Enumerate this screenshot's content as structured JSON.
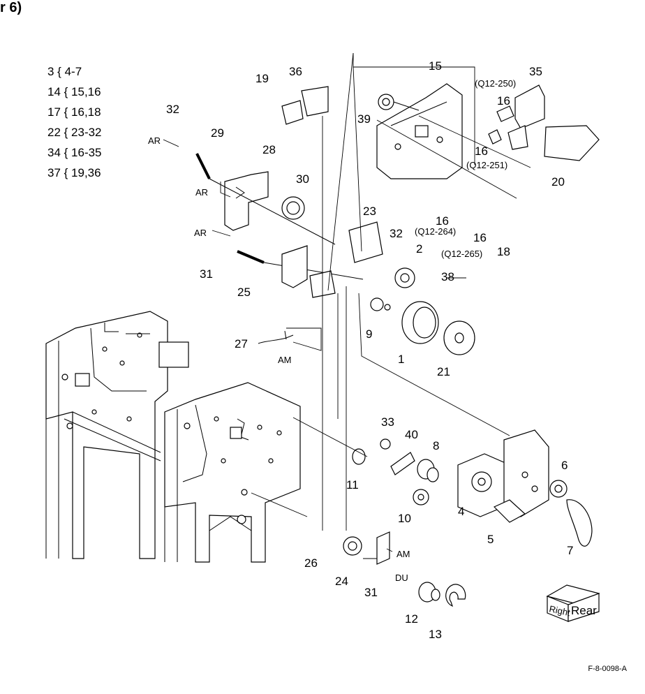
{
  "header": {
    "fragment": "r 6)"
  },
  "legend": [
    {
      "text": "3 { 4-7"
    },
    {
      "text": "14 { 15,16"
    },
    {
      "text": "17 { 16,18"
    },
    {
      "text": "22 { 23-32"
    },
    {
      "text": "34 { 16-35"
    },
    {
      "text": "37 { 19,36"
    }
  ],
  "callouts": [
    {
      "text": "1"
    },
    {
      "text": "2"
    },
    {
      "text": "4"
    },
    {
      "text": "5"
    },
    {
      "text": "6"
    },
    {
      "text": "7"
    },
    {
      "text": "8"
    },
    {
      "text": "9"
    },
    {
      "text": "10"
    },
    {
      "text": "11"
    },
    {
      "text": "12"
    },
    {
      "text": "13"
    },
    {
      "text": "15"
    },
    {
      "text": "16"
    },
    {
      "text": "16"
    },
    {
      "text": "16"
    },
    {
      "text": "16"
    },
    {
      "text": "18"
    },
    {
      "text": "19"
    },
    {
      "text": "20"
    },
    {
      "text": "21"
    },
    {
      "text": "23"
    },
    {
      "text": "24"
    },
    {
      "text": "25"
    },
    {
      "text": "26"
    },
    {
      "text": "27"
    },
    {
      "text": "28"
    },
    {
      "text": "29"
    },
    {
      "text": "30"
    },
    {
      "text": "31"
    },
    {
      "text": "31"
    },
    {
      "text": "32"
    },
    {
      "text": "32"
    },
    {
      "text": "33"
    },
    {
      "text": "35"
    },
    {
      "text": "36"
    },
    {
      "text": "38"
    },
    {
      "text": "39"
    },
    {
      "text": "40"
    }
  ],
  "references": [
    {
      "text": "(Q12-250)"
    },
    {
      "text": "(Q12-251)"
    },
    {
      "text": "(Q12-264)"
    },
    {
      "text": "(Q12-265)"
    }
  ],
  "connectors": [
    {
      "text": "AR"
    },
    {
      "text": "AR"
    },
    {
      "text": "AR"
    },
    {
      "text": "AM"
    },
    {
      "text": "AM"
    },
    {
      "text": "DU"
    }
  ],
  "orientation": {
    "right": "Right",
    "rear": "Rear"
  },
  "figure_id": "F-8-0098-A"
}
